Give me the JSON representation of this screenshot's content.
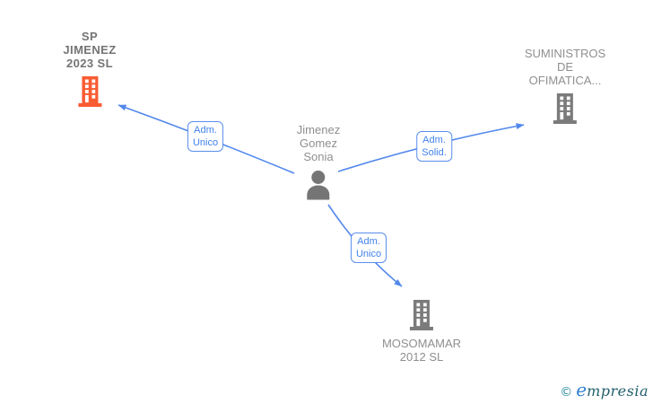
{
  "diagram": {
    "person": {
      "label_lines": [
        "Jimenez",
        "Gomez",
        "Sonia"
      ],
      "icon": "person-icon"
    },
    "companies": [
      {
        "label_lines": [
          "SP",
          "JIMENEZ",
          "2023  SL"
        ],
        "icon": "building-icon",
        "highlighted": true
      },
      {
        "label_lines": [
          "SUMINISTROS",
          "DE",
          "OFIMATICA..."
        ],
        "icon": "building-icon",
        "highlighted": false
      },
      {
        "label_lines": [
          "MOSOMAMAR",
          "2012 SL"
        ],
        "icon": "building-icon",
        "highlighted": false
      }
    ],
    "edges": [
      {
        "from": "Jimenez Gomez Sonia",
        "to": "SP JIMENEZ 2023 SL",
        "label_lines": [
          "Adm.",
          "Unico"
        ]
      },
      {
        "from": "Jimenez Gomez Sonia",
        "to": "SUMINISTROS DE OFIMATICA...",
        "label_lines": [
          "Adm.",
          "Solid."
        ]
      },
      {
        "from": "Jimenez Gomez Sonia",
        "to": "MOSOMAMAR 2012 SL",
        "label_lines": [
          "Adm.",
          "Unico"
        ]
      }
    ]
  },
  "colors": {
    "edge_blue": "#5288ec",
    "edge_label_blue": "#4183ea",
    "highlight_orange": "#fa5c33",
    "node_gray": "#7b7b7b",
    "person_gray": "#757575",
    "company_text_gray": "#8f8f8f",
    "highlight_text_gray": "#747474",
    "brand_blue": "#2f7fd0",
    "brand_teal": "#215f6b"
  },
  "footer": {
    "copyright_symbol": "©",
    "brand_first_letter": "e",
    "brand_rest": "mpresia"
  }
}
